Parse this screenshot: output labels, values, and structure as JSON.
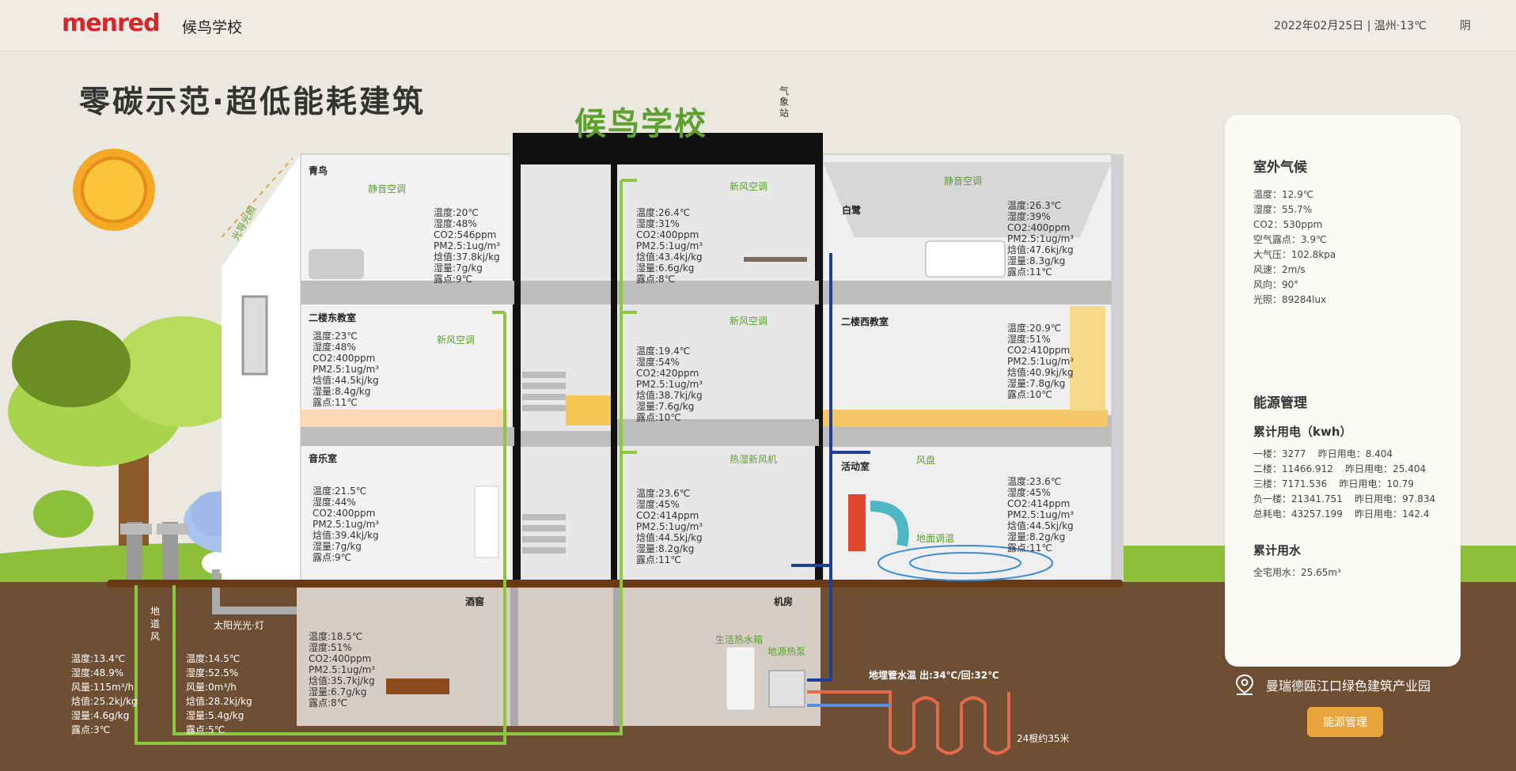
{
  "header": {
    "logo": "menred",
    "school": "候鸟学校",
    "weather": "2022年02月25日 | 温州·13℃",
    "condition": "阴"
  },
  "main_title": "零碳示范·超低能耗建筑",
  "building_title": "候鸟学校",
  "weather_station_label": "气象站",
  "solar_light_label": "太阳光光·灯",
  "ground_air_duct_label": "地道风",
  "rooms": {
    "qingniao": {
      "name": "青鸟",
      "ac": "静音空调",
      "data": "温度:20℃\n湿度:48%\nCO2:546ppm\nPM2.5:1ug/m³\n焓值:37.8kj/kg\n湿量:7g/kg\n露点:9℃"
    },
    "east2": {
      "name": "二楼东教室",
      "ac": "新风空调",
      "data": "温度:23℃\n湿度:48%\nCO2:400ppm\nPM2.5:1ug/m³\n焓值:44.5kj/kg\n湿量:8.4g/kg\n露点:11℃"
    },
    "music": {
      "name": "音乐室",
      "data": "温度:21.5℃\n湿度:44%\nCO2:400ppm\nPM2.5:1ug/m³\n焓值:39.4kj/kg\n湿量:7g/kg\n露点:9℃"
    },
    "center3": {
      "ac": "新风空调",
      "data": "温度:26.4℃\n湿度:31%\nCO2:400ppm\nPM2.5:1ug/m³\n焓值:43.4kj/kg\n湿量:6.6g/kg\n露点:8℃"
    },
    "center2": {
      "ac": "新风空调",
      "data": "温度:19.4℃\n湿度:54%\nCO2:420ppm\nPM2.5:1ug/m³\n焓值:38.7kj/kg\n湿量:7.6g/kg\n露点:10℃"
    },
    "center1": {
      "ac": "热湿新风机",
      "data": "温度:23.6℃\n湿度:45%\nCO2:414ppm\nPM2.5:1ug/m³\n焓值:44.5kj/kg\n湿量:8.2g/kg\n露点:11℃"
    },
    "bailu": {
      "name": "白鹭",
      "ac": "静音空调",
      "data": "温度:26.3℃\n湿度:39%\nCO2:400ppm\nPM2.5:1ug/m³\n焓值:47.6kj/kg\n湿量:8.3g/kg\n露点:11℃"
    },
    "west2": {
      "name": "二楼西教室",
      "data": "温度:20.9℃\n湿度:51%\nCO2:410ppm\nPM2.5:1ug/m³\n焓值:40.9kj/kg\n湿量:7.8g/kg\n露点:10℃"
    },
    "activity": {
      "name": "活动室",
      "fan": "风盘",
      "floor": "地面调温",
      "data": "温度:23.6℃\n湿度:45%\nCO2:414ppm\nPM2.5:1ug/m³\n焓值:44.5kj/kg\n湿量:8.2g/kg\n露点:11℃"
    },
    "cellar": {
      "name": "酒窖",
      "data": "温度:18.5℃\n湿度:51%\nCO2:400ppm\nPM2.5:1ug/m³\n焓值:35.7kj/kg\n湿量:6.7g/kg\n露点:8℃"
    },
    "machine": {
      "name": "机房",
      "tank": "生活热水箱",
      "pump": "地源热泵"
    }
  },
  "duct_left": "温度:13.4℃\n湿度:48.9%\n风量:115m³/h\n焓值:25.2kj/kg\n湿量:4.6g/kg\n露点:3℃",
  "duct_right": "温度:14.5℃\n湿度:52.5%\n风量:0m³/h\n焓值:28.2kj/kg\n湿量:5.4g/kg\n露点:5℃",
  "geo_water": "地埋管水温 出:34℃/回:32℃",
  "geo_pipes": "24根约35米",
  "panel": {
    "outdoor_title": "室外气候",
    "outdoor": [
      "温度：12.9℃",
      "湿度：55.7%",
      "CO2：530ppm",
      "空气露点：3.9℃",
      "大气压：102.8kpa",
      "风速：2m/s",
      "风向：90°",
      "光照：89284lux"
    ],
    "energy_title": "能源管理",
    "elec_title": "累计用电（kwh）",
    "elec": [
      "一楼：3277    昨日用电：8.404",
      "二楼：11466.912    昨日用电：25.404",
      "三楼：7171.536    昨日用电：10.79",
      "负一楼：21341.751    昨日用电：97.834",
      "总耗电：43257.199    昨日用电：142.4"
    ],
    "water_title": "累计用水",
    "water": "全宅用水：25.65m³"
  },
  "location": "曼瑞德瓯江口绿色建筑产业园",
  "energy_button": "能源管理",
  "colors": {
    "accent": "#e8a33a",
    "green": "#8dc63f",
    "soil": "#6f4f33",
    "logo": "#d8242a"
  }
}
